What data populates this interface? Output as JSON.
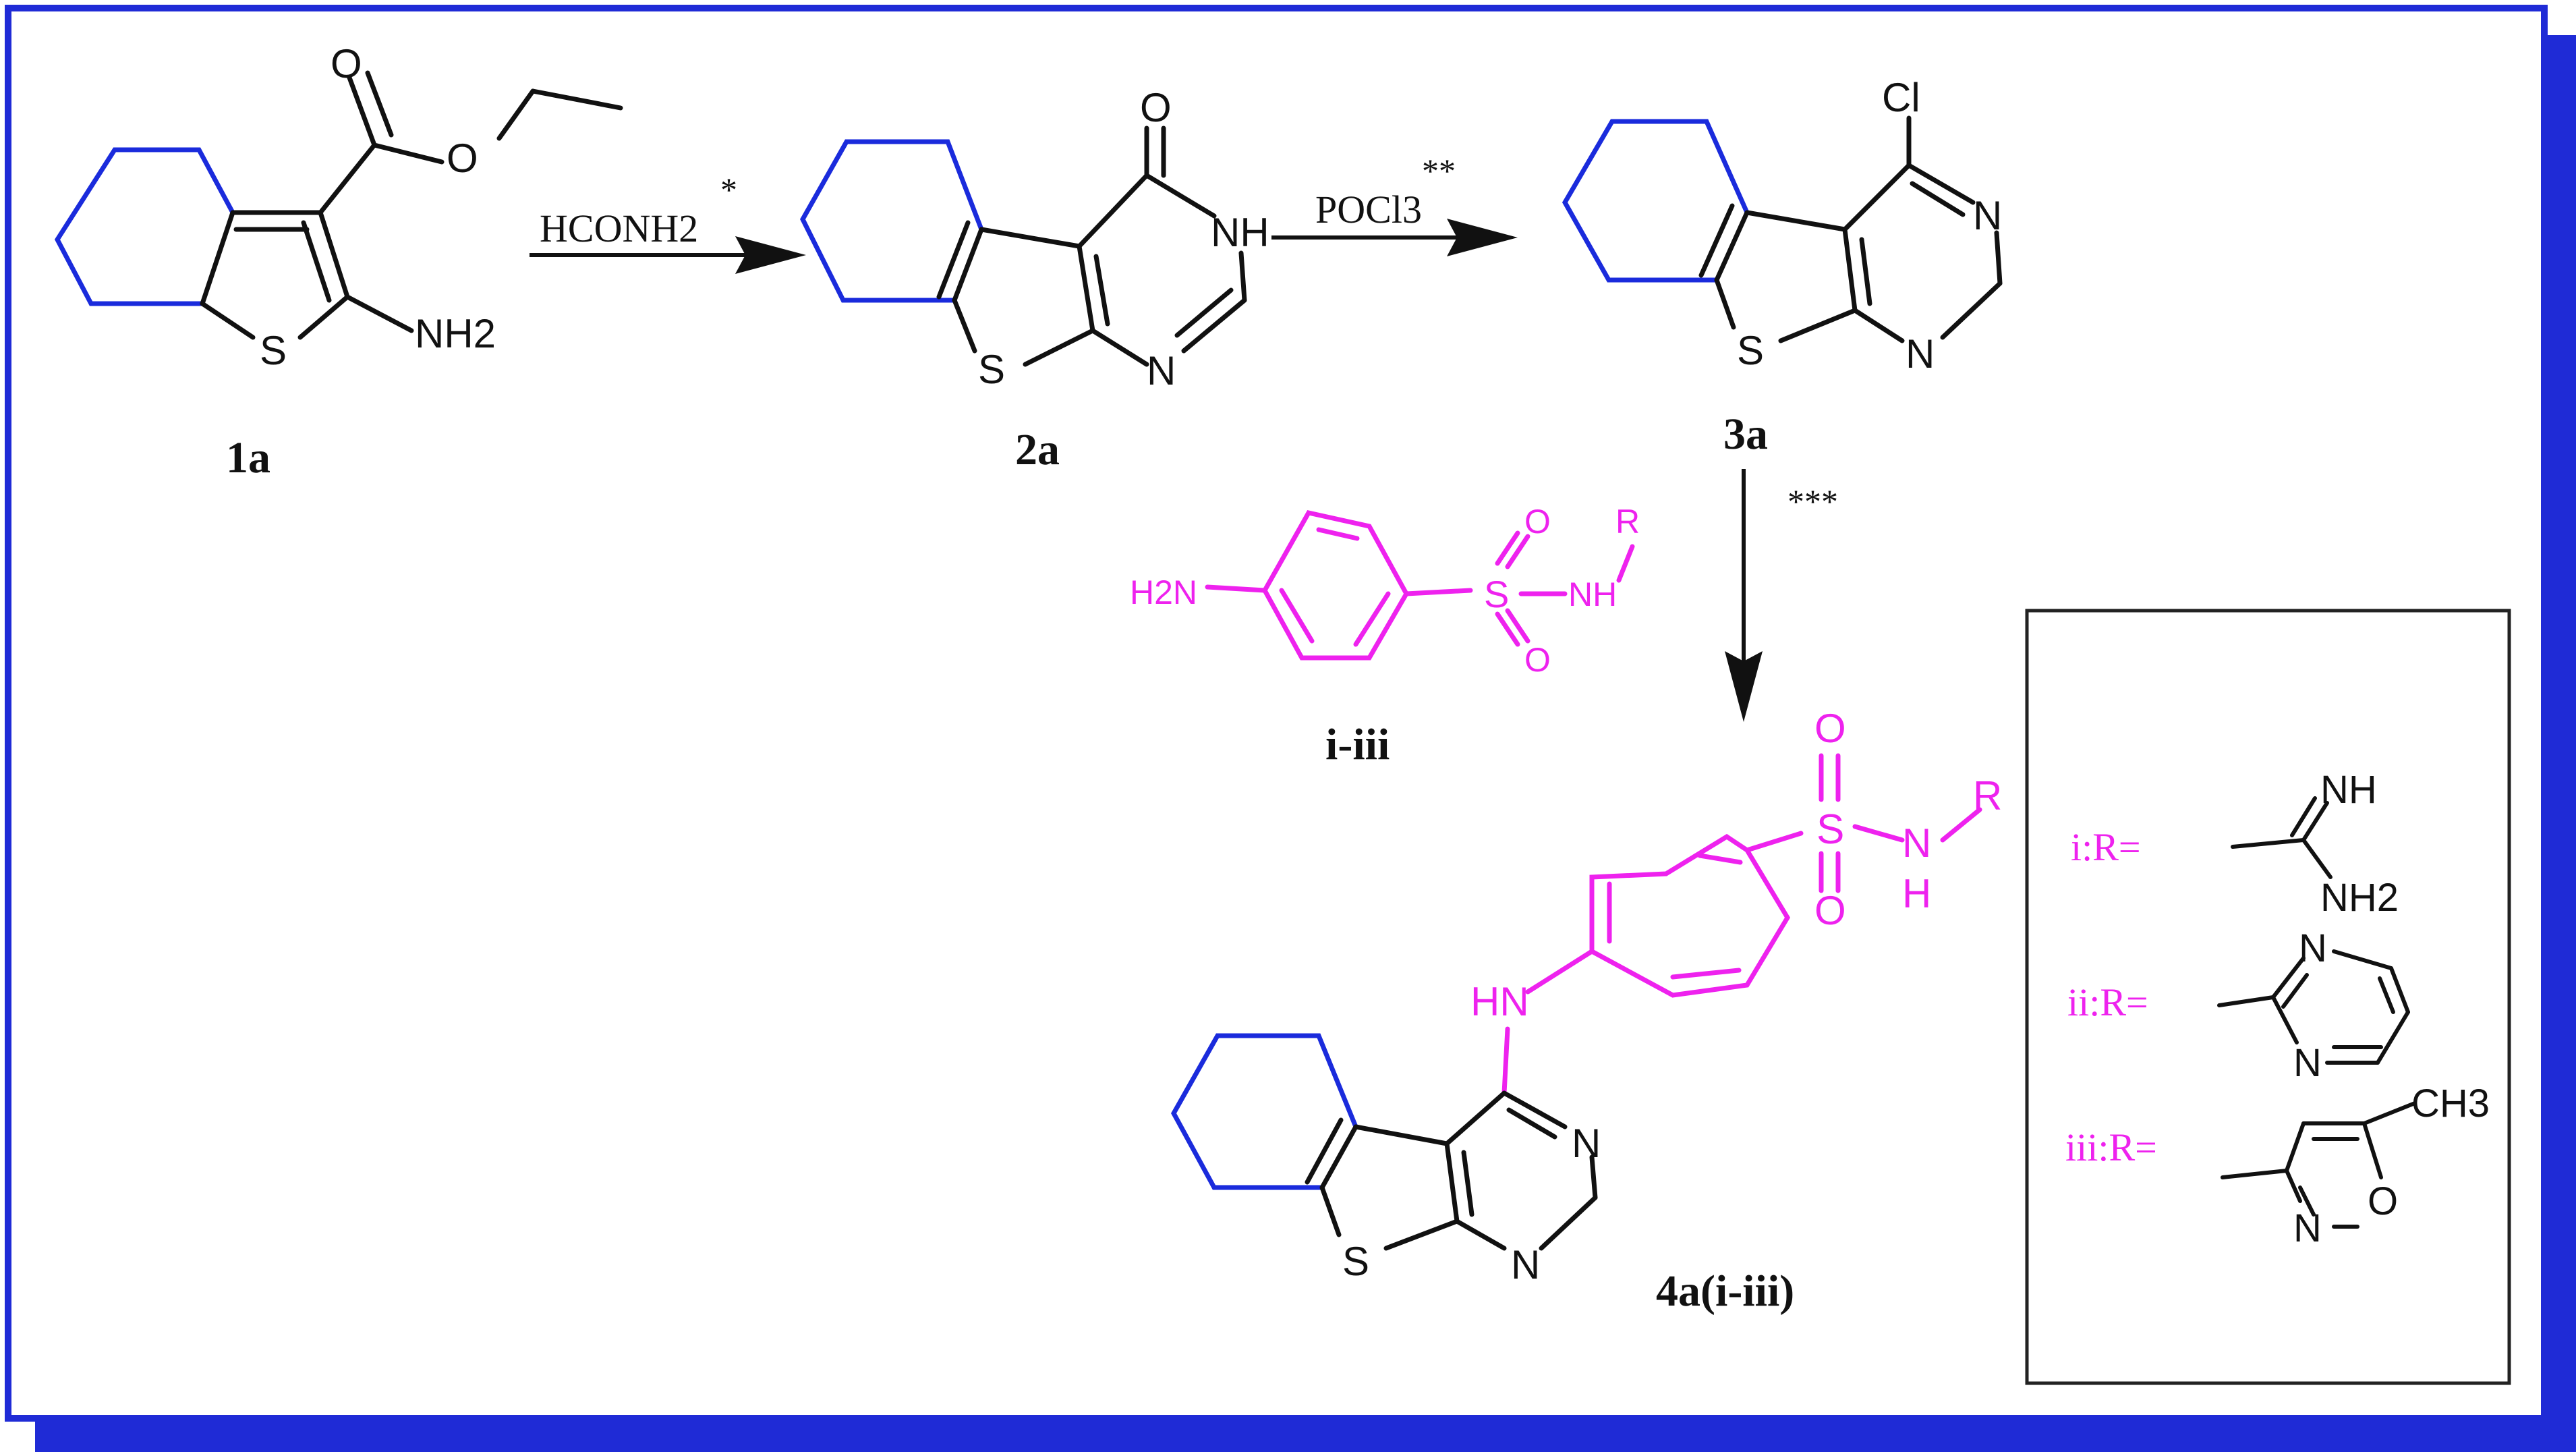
{
  "colors": {
    "frame_blue": "#1f2bd6",
    "ring_blue": "#1a2bdc",
    "bond_black": "#111111",
    "sulfonamide_magenta": "#ee22ee",
    "box_black": "#222222"
  },
  "compounds": {
    "c1a": {
      "label": "1a",
      "O_carbonyl": "O",
      "O_ester": "O",
      "S": "S",
      "NH2": "NH2"
    },
    "c2a": {
      "label": "2a",
      "O": "O",
      "NH": "NH",
      "N": "N",
      "S": "S"
    },
    "c3a": {
      "label": "3a",
      "Cl": "Cl",
      "N_top": "N",
      "N_bottom": "N",
      "S": "S"
    },
    "sulfa": {
      "label": "i-iii",
      "H2N": "H2N",
      "S": "S",
      "O_top": "O",
      "O_bottom": "O",
      "NH": "NH",
      "R": "R"
    },
    "c4a": {
      "label": "4a(i-iii)",
      "HN": "HN",
      "S_sulfonyl": "S",
      "O_top": "O",
      "O_bottom": "O",
      "N": "N",
      "H": "H",
      "R": "R",
      "N_top": "N",
      "N_bottom": "N",
      "S_ring": "S"
    }
  },
  "reagents": {
    "step1": "HCONH2",
    "step1_mark": "*",
    "step2": "POCl3",
    "step2_mark": "**",
    "step3_mark": "***"
  },
  "r_groups": {
    "i": {
      "label": "i:R=",
      "NH": "NH",
      "NH2": "NH2"
    },
    "ii": {
      "label": "ii:R=",
      "N_top": "N",
      "N_bottom": "N"
    },
    "iii": {
      "label": "iii:R=",
      "CH3": "CH3",
      "N": "N",
      "O": "O"
    }
  }
}
